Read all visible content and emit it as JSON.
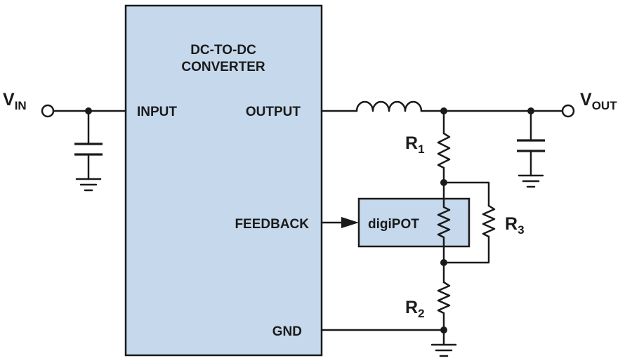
{
  "converter": {
    "title_line1": "DC-TO-DC",
    "title_line2": "CONVERTER",
    "pin_input": "INPUT",
    "pin_output": "OUTPUT",
    "pin_feedback": "FEEDBACK",
    "pin_gnd": "GND",
    "fill": "#c5d8ec"
  },
  "vin": {
    "main": "V",
    "sub": "IN"
  },
  "vout": {
    "main": "V",
    "sub": "OUT"
  },
  "digipot": {
    "label": "digiPOT",
    "fill": "#c5d8ec"
  },
  "resistors": {
    "r1": {
      "main": "R",
      "sub": "1"
    },
    "r2": {
      "main": "R",
      "sub": "2"
    },
    "r3": {
      "main": "R",
      "sub": "3"
    }
  }
}
